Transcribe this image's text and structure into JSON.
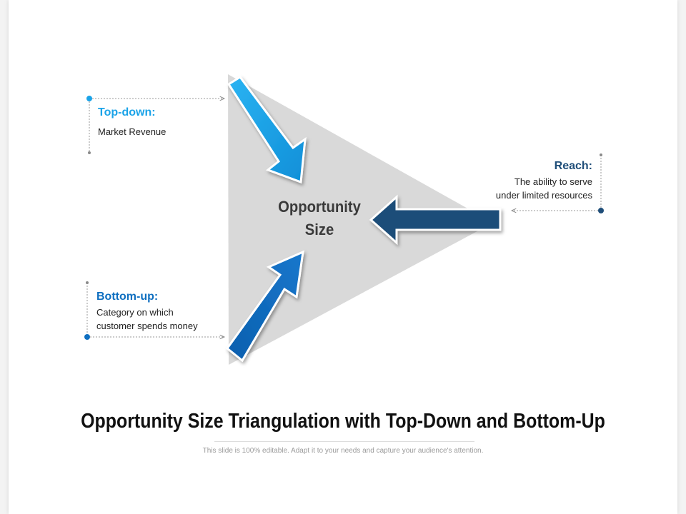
{
  "diagram": {
    "center_label_line1": "Opportunity",
    "center_label_line2": "Size",
    "top_down": {
      "heading": "Top-down:",
      "description": "Market Revenue"
    },
    "bottom_up": {
      "heading": "Bottom-up:",
      "description_line1": "Category on which",
      "description_line2": "customer spends money"
    },
    "reach": {
      "heading": "Reach:",
      "description_line1": "The ability to serve",
      "description_line2": "under limited resources"
    }
  },
  "slide": {
    "title": "Opportunity Size Triangulation with Top-Down and Bottom-Up",
    "subtitle": "This slide is 100% editable. Adapt it to your needs and capture your audience's attention."
  },
  "colors": {
    "triangle": "#d9d9d9",
    "top_down_arrow": "#1aa3e8",
    "bottom_up_arrow": "#0f6fc0",
    "reach_arrow": "#1f4e79",
    "top_down_text": "#1aa3e8",
    "bottom_up_text": "#0f6fc0",
    "reach_text": "#1f4e79"
  },
  "icons": [
    "dot-marker-icon",
    "dashed-connector-arrow-icon"
  ]
}
